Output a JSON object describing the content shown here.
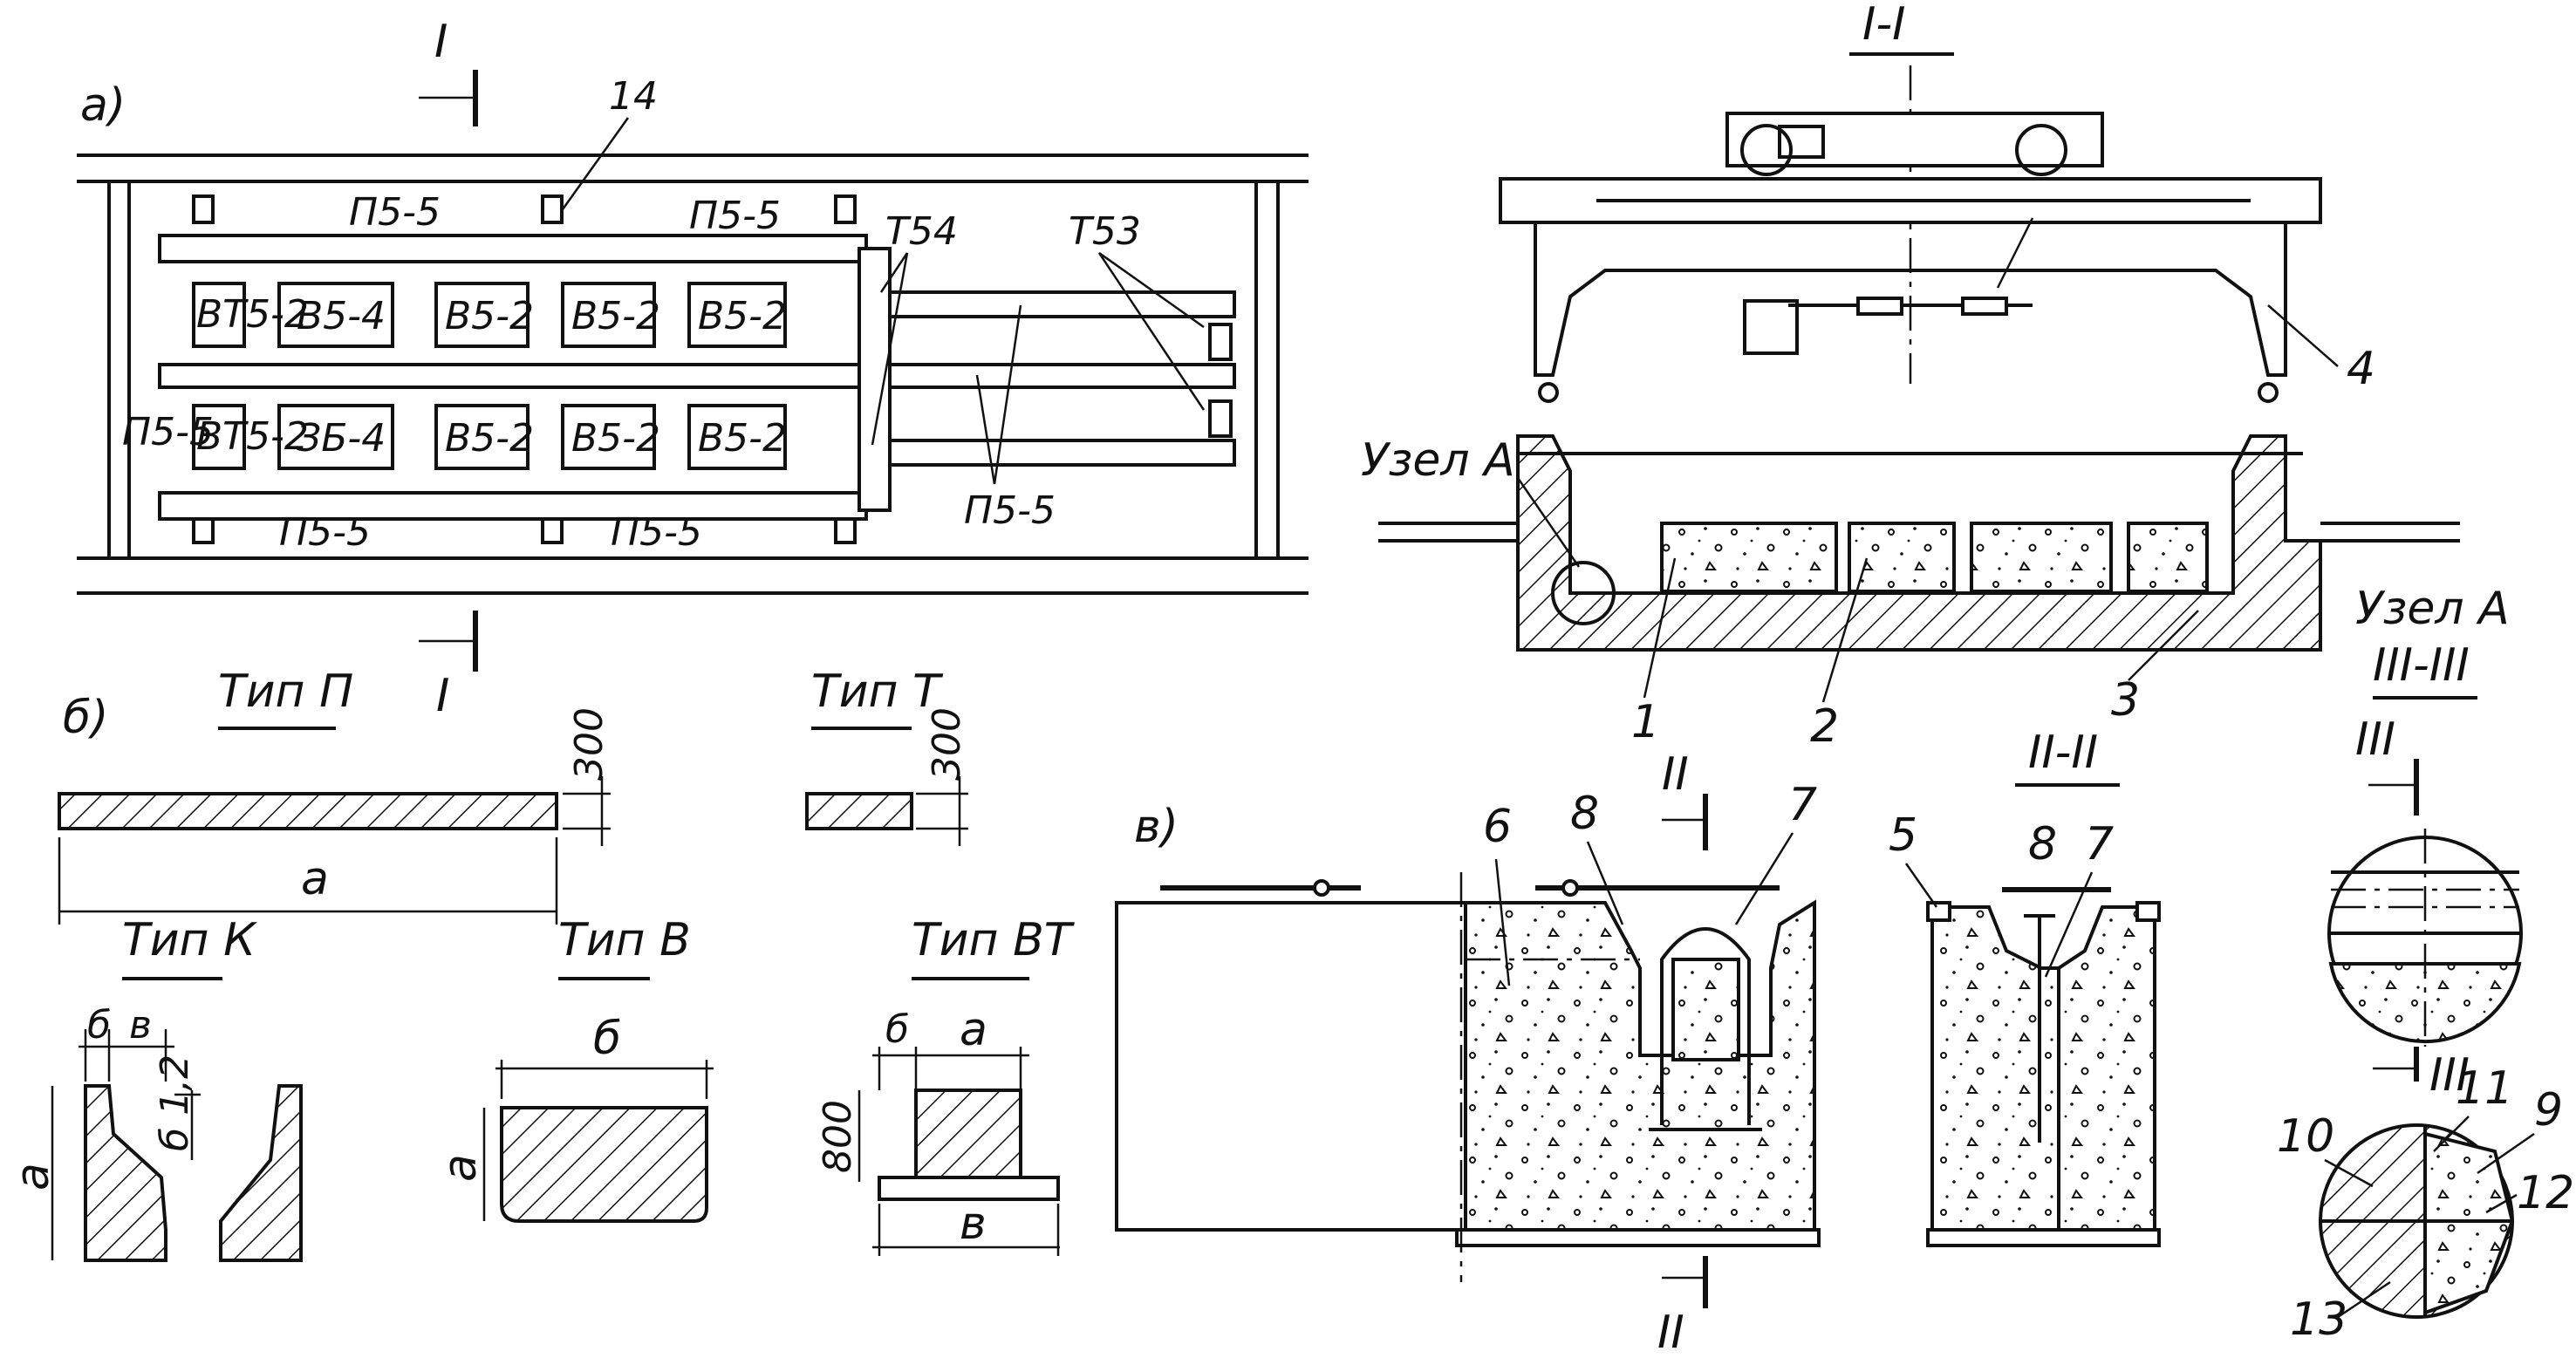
{
  "views": {
    "a": {
      "marker": "а)",
      "section_top": "I",
      "section_bottom": "I"
    },
    "section_I": {
      "title": "I-I"
    },
    "b": {
      "marker": "б)"
    },
    "v": {
      "marker": "в)"
    },
    "section_II": {
      "title": "II-II",
      "cut_top": "II",
      "cut_bottom": "II"
    },
    "section_III": {
      "title": "III-III",
      "cut_top": "III",
      "cut_bottom": "III"
    }
  },
  "plan_labels": {
    "p_top_left": "П5-5",
    "p_top_right": "П5-5",
    "p_bottom_left": "П5-5",
    "p_bottom_right": "П5-5",
    "p_side": "П5-5",
    "p_right": "П5-5",
    "t54": "Т54",
    "t53": "Т53",
    "n14": "14"
  },
  "blocks_row1": [
    "ВТ5-2",
    "В5-4",
    "В5-2",
    "В5-2",
    "В5-2"
  ],
  "blocks_row2": [
    "ВТ5-2",
    "ЗБ-4",
    "В5-2",
    "В5-2",
    "В5-2"
  ],
  "section_labels": {
    "node_a": "Узел А",
    "n1": "1",
    "n2": "2",
    "n3": "3",
    "n4": "4"
  },
  "types": {
    "p": {
      "name": "Тип П",
      "dim_h": "300",
      "dim_len": "a"
    },
    "t": {
      "name": "Тип Т",
      "dim_h": "300"
    },
    "k": {
      "name": "Тип К",
      "dim_b": "б",
      "dim_v": "в",
      "dim_a": "a",
      "dim_b12": "б 1,2"
    },
    "v": {
      "name": "Тип В",
      "dim_b": "б",
      "dim_a": "a"
    },
    "vt": {
      "name": "Тип ВТ",
      "dim_b": "б",
      "dim_a": "a",
      "dim_h": "800",
      "dim_v": "в"
    }
  },
  "v_labels": {
    "n5": "5",
    "n6": "6",
    "n7": "7",
    "n8": "8",
    "n8b": "8",
    "n7b": "7"
  },
  "node_labels": {
    "title": "Узел А",
    "n9": "9",
    "n10": "10",
    "n11": "11",
    "n12": "12",
    "n13": "13"
  }
}
